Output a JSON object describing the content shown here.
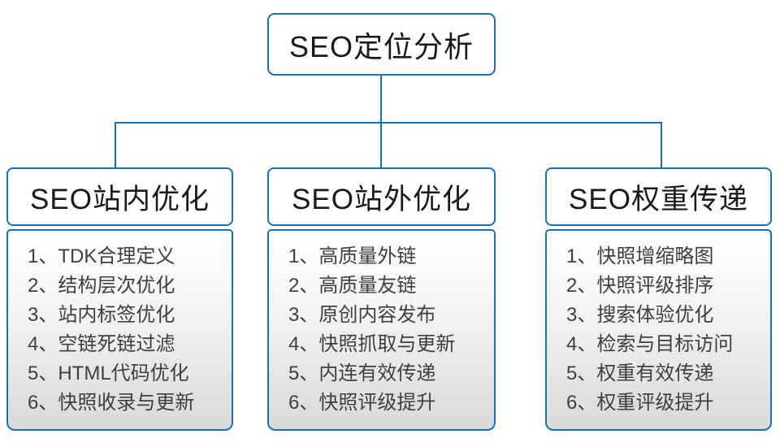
{
  "diagram": {
    "root": {
      "label": "SEO定位分析"
    },
    "branches": [
      {
        "title": "SEO站内优化",
        "items": [
          "1、TDK合理定义",
          "2、结构层次优化",
          "3、站内标签优化",
          "4、空链死链过滤",
          "5、HTML代码优化",
          "6、快照收录与更新"
        ]
      },
      {
        "title": "SEO站外优化",
        "items": [
          "1、高质量外链",
          "2、高质量友链",
          "3、原创内容发布",
          "4、快照抓取与更新",
          "5、内连有效传递",
          "6、快照评级提升"
        ]
      },
      {
        "title": "SEO权重传递",
        "items": [
          "1、快照增缩略图",
          "2、快照评级排序",
          "3、搜索体验优化",
          "4、检索与目标访问",
          "5、权重有效传递",
          "6、权重评级提升"
        ]
      }
    ],
    "colors": {
      "line_and_border": "#1a6fb5",
      "title_text": "#1a1a1a",
      "item_text": "#3f3f3f",
      "list_gradient_bottom": "#d9d9d9"
    }
  }
}
